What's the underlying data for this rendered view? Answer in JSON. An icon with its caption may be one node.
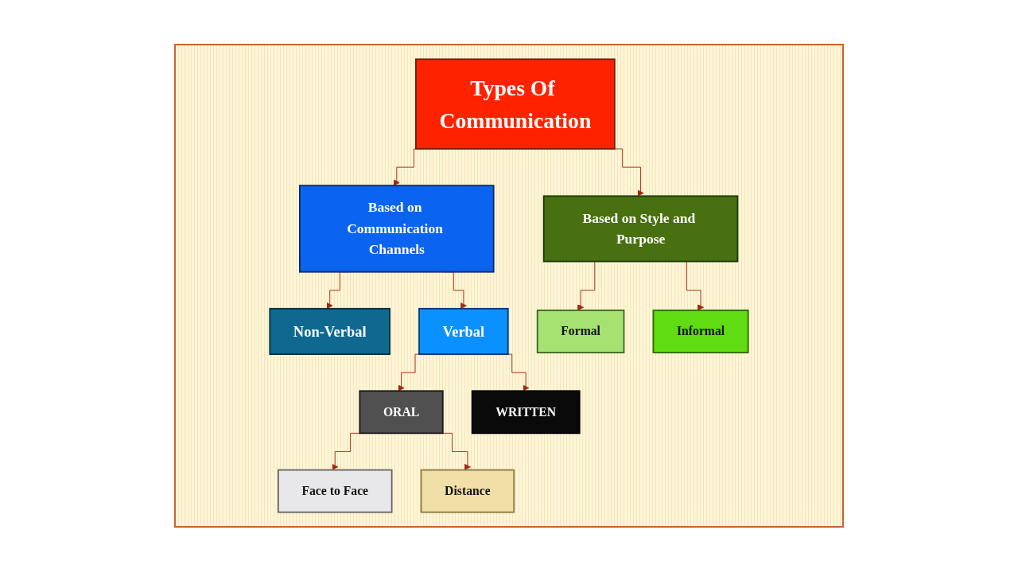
{
  "diagram": {
    "nodes": [
      {
        "text": [
          "Types Of Communication"
        ]
      },
      {
        "text": [
          "Based on Communication Channels"
        ]
      },
      {
        "text": [
          "Based on Style and Purpose"
        ]
      },
      {
        "text": [
          "Non-Verbal"
        ]
      },
      {
        "text": [
          "Verbal"
        ]
      },
      {
        "text": [
          "Formal"
        ]
      },
      {
        "text": [
          "Informal"
        ]
      },
      {
        "text": [
          "Face to Face"
        ]
      },
      {
        "text": [
          "ORAL"
        ]
      },
      {
        "text": [
          "Distance"
        ]
      },
      {
        "text": [
          "WRITTEN"
        ]
      }
    ],
    "edges": [
      {
        "from": 0,
        "to": 1,
        "arrow": "to"
      },
      {
        "from": 0,
        "to": 2,
        "arrow": "to"
      },
      {
        "from": 1,
        "to": 3,
        "arrow": "to"
      },
      {
        "from": 1,
        "to": 4,
        "arrow": "to"
      },
      {
        "from": 2,
        "to": 5,
        "arrow": "to"
      },
      {
        "from": 2,
        "to": 6,
        "arrow": "to"
      },
      {
        "from": 4,
        "to": 8,
        "arrow": "to"
      },
      {
        "from": 4,
        "to": 10,
        "arrow": "to"
      },
      {
        "from": 8,
        "to": 7,
        "arrow": "to"
      },
      {
        "from": 8,
        "to": 9,
        "arrow": "to"
      }
    ]
  }
}
